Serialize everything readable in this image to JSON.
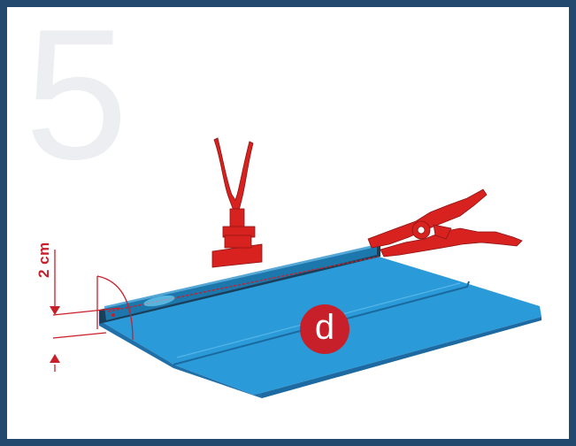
{
  "step": {
    "number": "5"
  },
  "dimension": {
    "label": "2 cm"
  },
  "marker": {
    "letter": "d"
  },
  "colors": {
    "frame": "#234a6e",
    "accent_red": "#c8202b",
    "sheet_blue": "#2a9ad8",
    "sheet_blue_dark": "#1f7fbd",
    "step_number_grey": "#eceef1"
  },
  "icons": [
    "seaming-tool-icon",
    "pliers-icon"
  ]
}
